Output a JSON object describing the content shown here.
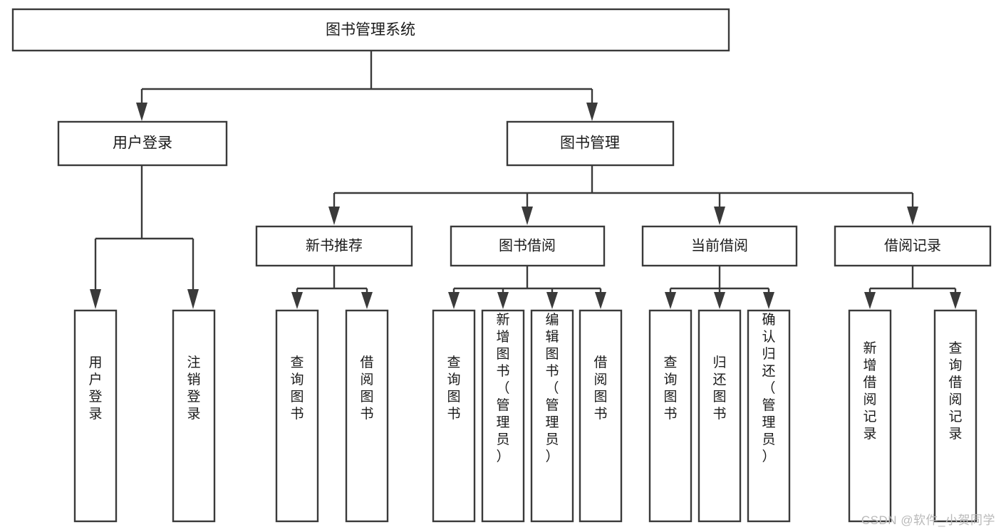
{
  "diagram": {
    "type": "tree",
    "title": "图书管理系统",
    "watermark": "CSDN @软件_小贺同学",
    "colors": {
      "background": "#ffffff",
      "stroke": "#3a3a3a",
      "text": "#1a1a1a",
      "watermark": "#b9b9b9"
    },
    "root": {
      "label": "图书管理系统"
    },
    "level2": [
      {
        "label": "用户登录"
      },
      {
        "label": "图书管理"
      }
    ],
    "level3": [
      {
        "label": "新书推荐"
      },
      {
        "label": "图书借阅"
      },
      {
        "label": "当前借阅"
      },
      {
        "label": "借阅记录"
      }
    ],
    "leaves": {
      "user_login": [
        {
          "label": "用户登录"
        },
        {
          "label": "注销登录"
        }
      ],
      "new_book_recommend": [
        {
          "label": "查询图书"
        },
        {
          "label": "借阅图书"
        }
      ],
      "book_borrow": [
        {
          "label": "查询图书"
        },
        {
          "label": "新增图书（管理员）"
        },
        {
          "label": "编辑图书（管理员）"
        },
        {
          "label": "借阅图书"
        }
      ],
      "current_borrow": [
        {
          "label": "查询图书"
        },
        {
          "label": "归还图书"
        },
        {
          "label": "确认归还（管理员）"
        }
      ],
      "borrow_record": [
        {
          "label": "新增借阅记录"
        },
        {
          "label": "查询借阅记录"
        }
      ]
    }
  }
}
